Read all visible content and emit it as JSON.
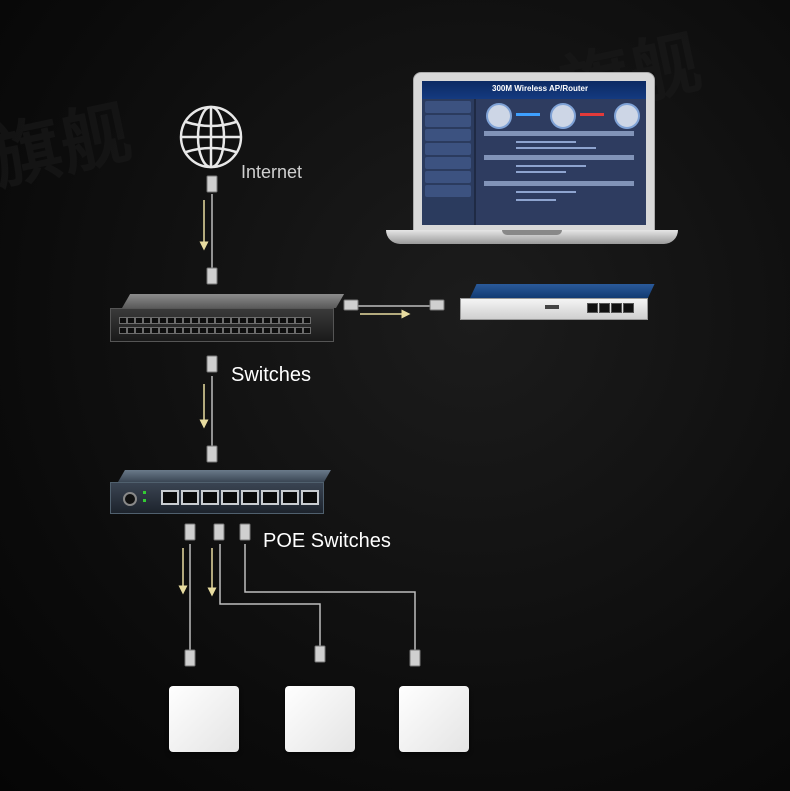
{
  "watermark": "旗舰",
  "labels": {
    "internet": "Internet",
    "switches": "Switches",
    "poe_switches": "POE Switches"
  },
  "laptop_screen": {
    "title": "300M Wireless AP/Router"
  },
  "colors": {
    "background": "#0b0b0b",
    "arrow": "#e8dca0",
    "wire": "#bdbdbd",
    "router_accent": "#1e4f93"
  },
  "icons": [
    "globe-icon",
    "laptop-icon",
    "switch-icon",
    "router-icon",
    "poe-switch-icon",
    "access-point-icon",
    "rj45-connector-icon"
  ]
}
